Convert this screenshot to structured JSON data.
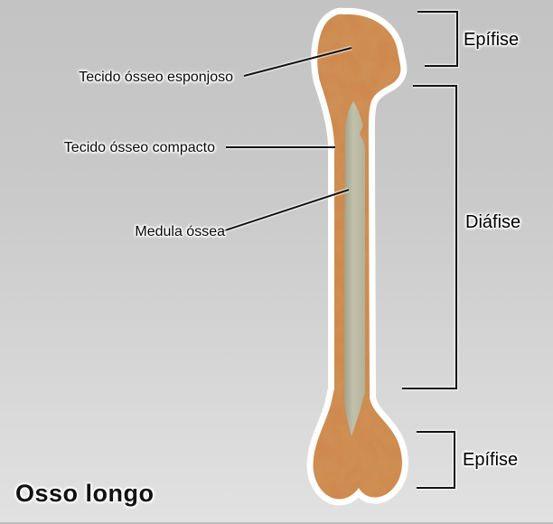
{
  "title": "Osso longo",
  "callouts": [
    {
      "label": "Tecido ósseo esponjoso",
      "target": "spongy-bone-tissue"
    },
    {
      "label": "Tecido ósseo compacto",
      "target": "compact-bone-tissue"
    },
    {
      "label": "Medula óssea",
      "target": "bone-marrow"
    }
  ],
  "brackets": [
    {
      "label": "Epífise",
      "region": "upper-epiphysis"
    },
    {
      "label": "Diáfise",
      "region": "diaphysis"
    },
    {
      "label": "Epífise",
      "region": "lower-epiphysis"
    }
  ],
  "colors": {
    "bone": "#ce8a4e",
    "bone_mottle": "#b87538",
    "marrow": "#b9b8a2",
    "outline": "#ffffff",
    "line": "#141414",
    "background_top": "#c3c3c3",
    "background_bottom": "#e0e0e0"
  }
}
